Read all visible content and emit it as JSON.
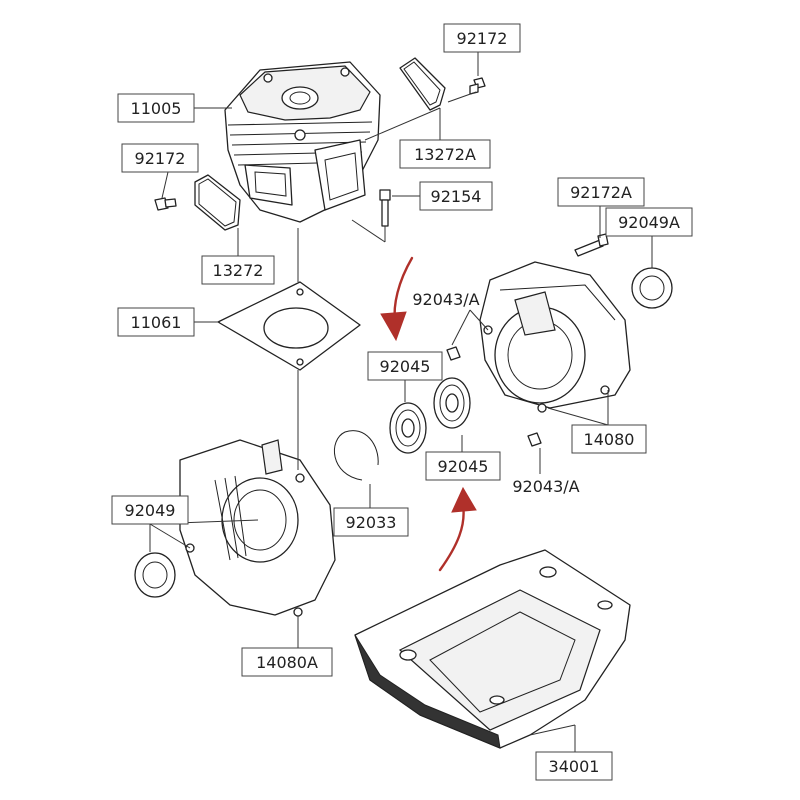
{
  "callouts": [
    {
      "id": "c92172-top",
      "text": "92172"
    },
    {
      "id": "c11005",
      "text": "11005"
    },
    {
      "id": "c92172-left",
      "text": "92172"
    },
    {
      "id": "c13272A",
      "text": "13272A"
    },
    {
      "id": "c92154",
      "text": "92154"
    },
    {
      "id": "c13272",
      "text": "13272"
    },
    {
      "id": "c92172A",
      "text": "92172A"
    },
    {
      "id": "c92049A",
      "text": "92049A"
    },
    {
      "id": "c11061",
      "text": "11061"
    },
    {
      "id": "c92043A-top",
      "text": "92043/A"
    },
    {
      "id": "c92045-left",
      "text": "92045"
    },
    {
      "id": "c14080",
      "text": "14080"
    },
    {
      "id": "c92045-bottom",
      "text": "92045"
    },
    {
      "id": "c92043A-bottom",
      "text": "92043/A"
    },
    {
      "id": "c92049",
      "text": "92049"
    },
    {
      "id": "c92033",
      "text": "92033"
    },
    {
      "id": "c14080A",
      "text": "14080A"
    },
    {
      "id": "c34001",
      "text": "34001"
    }
  ],
  "colors": {
    "line": "#222222",
    "arrow": "#b0302a",
    "box_border": "#444444"
  }
}
